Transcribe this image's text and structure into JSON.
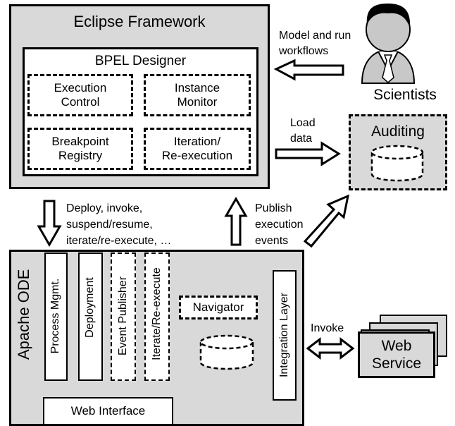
{
  "eclipse": {
    "title": "Eclipse Framework",
    "bpel": {
      "title": "BPEL Designer",
      "modules": [
        "Execution\nControl",
        "Instance\nMonitor",
        "Breakpoint\nRegistry",
        "Iteration/\nRe-execution"
      ]
    }
  },
  "scientists": {
    "label": "Scientists"
  },
  "auditing": {
    "label": "Auditing"
  },
  "ode": {
    "label": "Apache ODE",
    "columns": [
      "Process Mgmt.",
      "Deployment",
      "Event Publisher",
      "Iterate/Re-execute"
    ],
    "navigator": "Navigator",
    "integration": "Integration Layer",
    "web_interface": "Web Interface"
  },
  "web_service": {
    "label": "Web\nService"
  },
  "arrows": {
    "model_run": "Model and run\nworkflows",
    "load_data": "Load\ndata",
    "deploy": "Deploy, invoke,\nsuspend/resume,\niterate/re-execute, …",
    "publish": "Publish\nexecution\nevents",
    "invoke": "Invoke"
  }
}
